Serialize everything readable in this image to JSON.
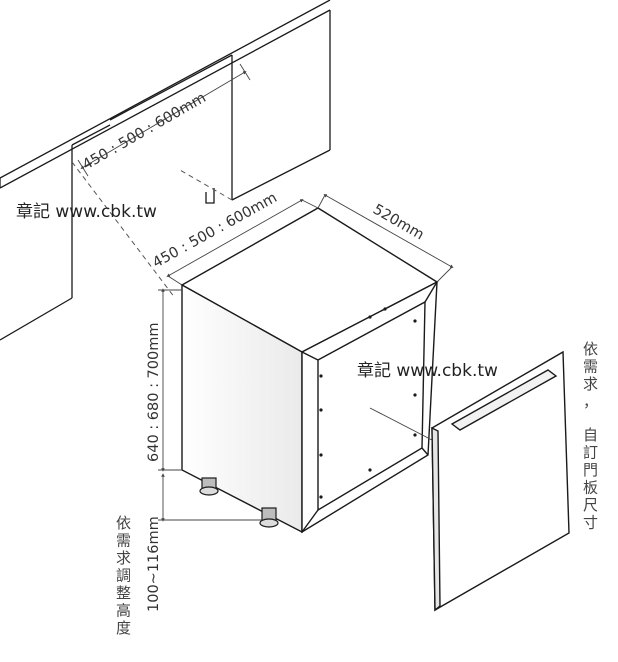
{
  "watermark": "章記 www.cbk.tw",
  "dimensions": {
    "niche_width": "450 : 500 : 600mm",
    "cabinet_width": "450 : 500 : 600mm",
    "depth": "520mm",
    "height": "640 : 680 : 700mm",
    "leg_height": "100~116mm"
  },
  "notes": {
    "adjust_height": "依需求調整高度",
    "door_panel_line1": "依需求，",
    "door_panel_line2": "自訂門板尺寸"
  },
  "colors": {
    "line": "#1a1a1a",
    "dim_line": "#444444",
    "text": "#333333"
  }
}
